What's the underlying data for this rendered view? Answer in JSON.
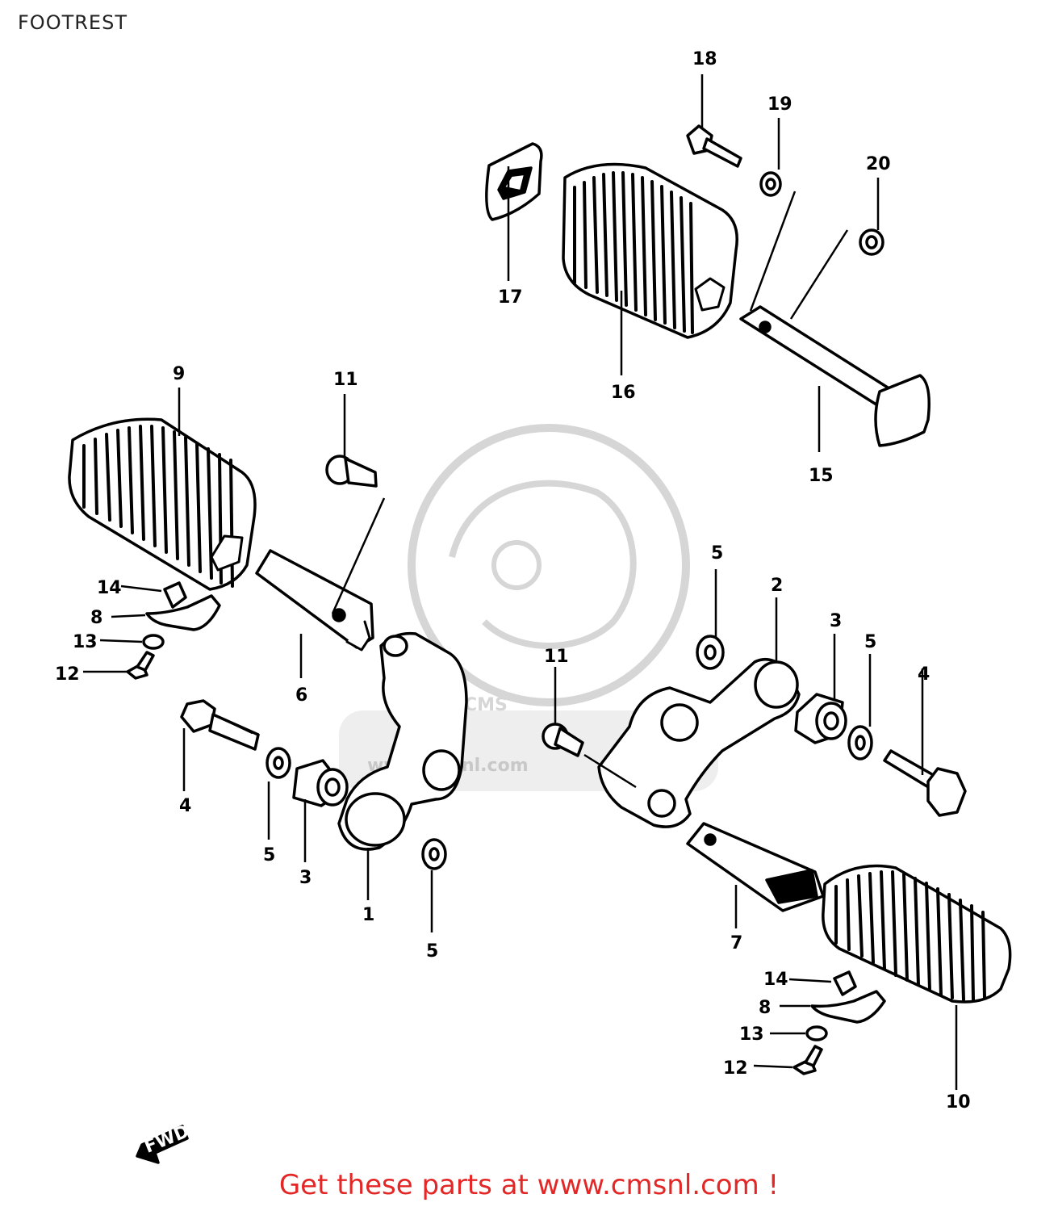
{
  "title": "FOOTREST",
  "footer_text": "Get these parts at www.cmsnl.com !",
  "watermark": {
    "logo_text": "CMS",
    "url_text": "www.cmsnl.com"
  },
  "front_arrow_label": "FWD",
  "part_numbers": {
    "p1": "1",
    "p2": "2",
    "p3a": "3",
    "p3b": "3",
    "p4a": "4",
    "p4b": "4",
    "p5a": "5",
    "p5b": "5",
    "p5c": "5",
    "p5d": "5",
    "p6": "6",
    "p7": "7",
    "p8a": "8",
    "p8b": "8",
    "p9": "9",
    "p10": "10",
    "p11a": "11",
    "p11b": "11",
    "p12a": "12",
    "p12b": "12",
    "p13a": "13",
    "p13b": "13",
    "p14a": "14",
    "p14b": "14",
    "p15": "15",
    "p16": "16",
    "p17": "17",
    "p18": "18",
    "p19": "19",
    "p20": "20"
  }
}
